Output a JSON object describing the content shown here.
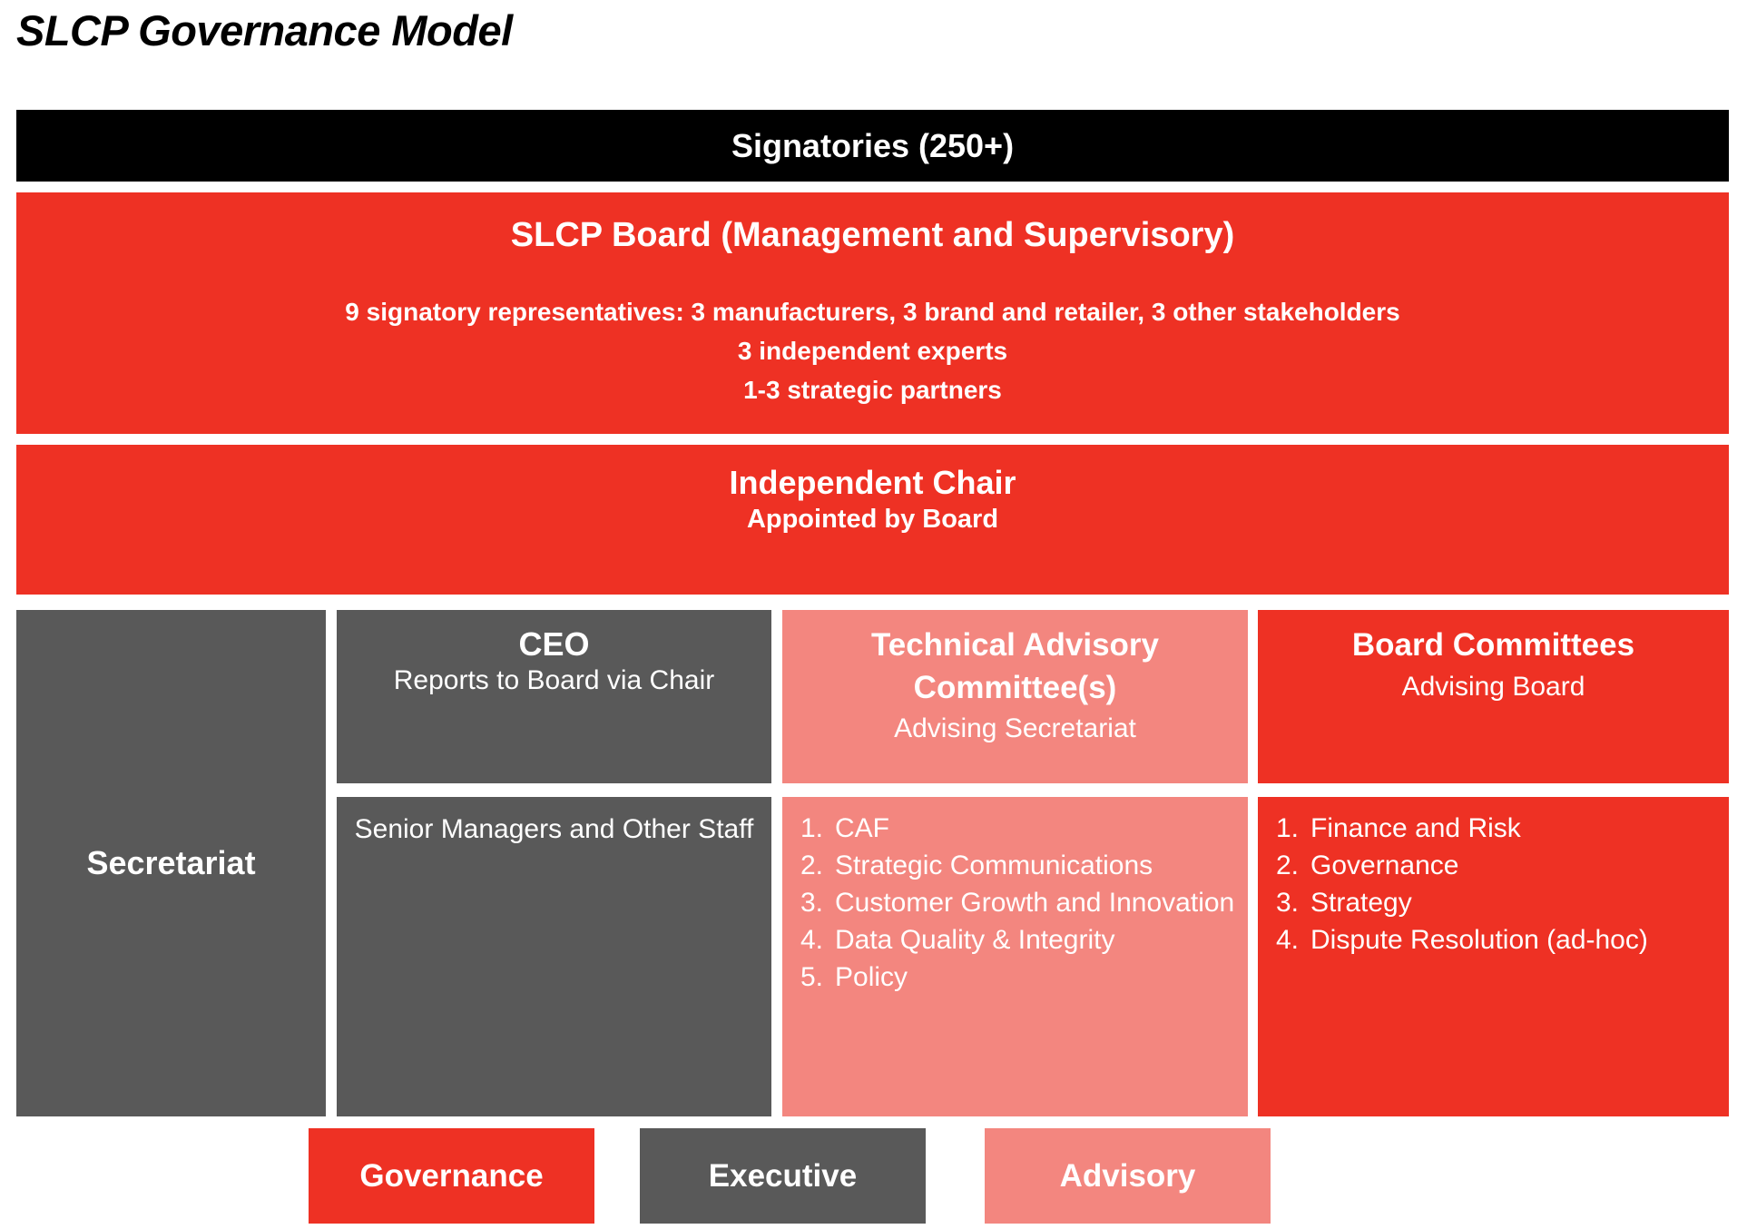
{
  "title": "SLCP Governance Model",
  "signatories": {
    "label": "Signatories (250+)",
    "color": "#000000"
  },
  "board": {
    "title": "SLCP Board (Management and Supervisory)",
    "line1": "9 signatory representatives: 3 manufacturers, 3 brand and retailer, 3 other stakeholders",
    "line2": "3 independent experts",
    "line3": "1-3 strategic partners",
    "color": "#EE3124"
  },
  "chair": {
    "title": "Independent Chair",
    "subtitle": "Appointed by Board",
    "color": "#EE3124"
  },
  "columns": {
    "secretariat": {
      "label": "Secretariat",
      "color": "#595959"
    },
    "ceo": {
      "title": "CEO",
      "subtitle": "Reports to Board via Chair",
      "body": "Senior Managers and Other Staff",
      "color": "#595959"
    },
    "technical_advisory": {
      "title": "Technical Advisory Committee(s)",
      "subtitle": "Advising Secretariat",
      "color": "#F3867F",
      "items": [
        {
          "num": "1.",
          "text": "CAF"
        },
        {
          "num": "2.",
          "text": "Strategic Communications"
        },
        {
          "num": "3.",
          "text": "Customer Growth and Innovation"
        },
        {
          "num": "4.",
          "text": "Data Quality & Integrity"
        },
        {
          "num": "5.",
          "text": "Policy"
        }
      ]
    },
    "board_committees": {
      "title": "Board Committees",
      "subtitle": "Advising Board",
      "color": "#EE3124",
      "items": [
        {
          "num": "1.",
          "text": "Finance and Risk"
        },
        {
          "num": "2.",
          "text": "Governance"
        },
        {
          "num": "3.",
          "text": "Strategy"
        },
        {
          "num": "4.",
          "text": "Dispute Resolution (ad-hoc)"
        }
      ]
    }
  },
  "legend": {
    "governance": {
      "label": "Governance",
      "color": "#EE3124"
    },
    "executive": {
      "label": "Executive",
      "color": "#595959"
    },
    "advisory": {
      "label": "Advisory",
      "color": "#F3867F"
    }
  }
}
